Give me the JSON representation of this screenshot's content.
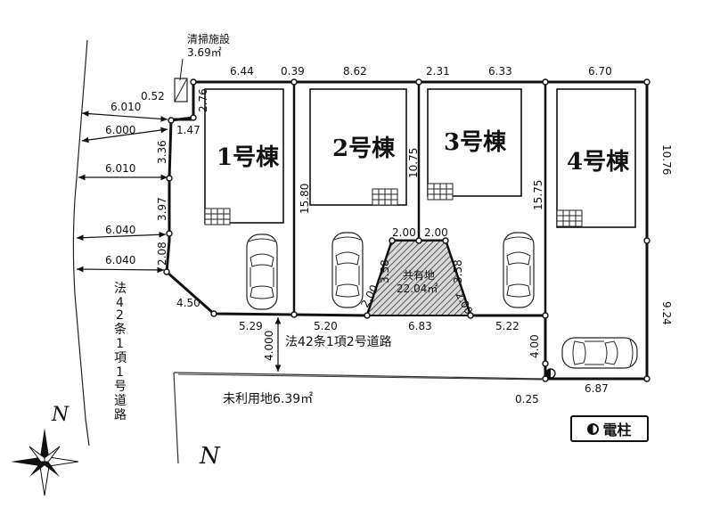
{
  "buildings": [
    "1号棟",
    "2号棟",
    "3号棟",
    "4号棟"
  ],
  "facility": {
    "name": "清掃施設",
    "area": "3.69㎡"
  },
  "common_land": {
    "name": "共有地",
    "area": "22.04㎡"
  },
  "unused_land": "未利用地6.39㎡",
  "road_main": "法42条1項2号道路",
  "road_side": "法42条1項1号道路",
  "road_width": "4.000",
  "north": "N",
  "legend": {
    "label": "電柱"
  },
  "road_widths_left": [
    "6.010",
    "6.000",
    "6.010",
    "6.040",
    "6.040"
  ],
  "dims": {
    "d052": "0.52",
    "d147": "1.47",
    "d276": "2.76",
    "d644": "6.44",
    "d039": "0.39",
    "d862": "8.62",
    "d231": "2.31",
    "d633": "6.33",
    "d670": "6.70",
    "d1076a": "10.76",
    "d336": "3.36",
    "d397": "3.97",
    "d208": "2.08",
    "d450": "4.50",
    "d529": "5.29",
    "d1580": "15.80",
    "d1075": "10.75",
    "d200a": "2.00",
    "d200b": "2.00",
    "d358a": "3.58",
    "d358b": "3.58",
    "d200c": "2.00",
    "d200d": "2.00",
    "d520": "5.20",
    "d683": "6.83",
    "d522": "5.22",
    "d1575": "15.75",
    "d924": "9.24",
    "d400": "4.00",
    "d025": "0.25",
    "d687": "6.87"
  }
}
